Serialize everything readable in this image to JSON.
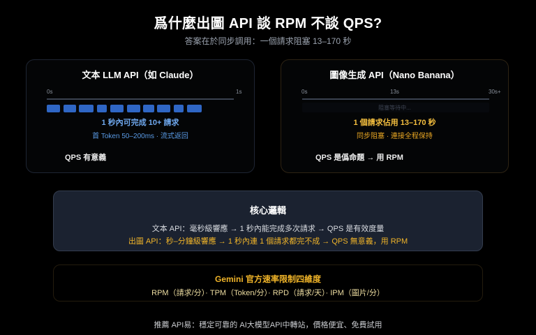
{
  "header": {
    "title": "爲什麼出圖 API 談 RPM 不談 QPS?",
    "subtitle": "答案在於同步調用：一個請求阻塞 13–170 秒"
  },
  "text_card": {
    "title": "文本 LLM API（如 Claude）",
    "axis_start": "0s",
    "axis_end": "1s",
    "request_blocks": 10,
    "headline": "1 秒內可完成 10+ 請求",
    "detail": "首 Token 50–200ms · 流式返回",
    "verdict": "QPS 有意義",
    "accent_color": "#2f66c4",
    "headline_color": "#6fa8ee",
    "detail_color": "#5a9be6"
  },
  "image_card": {
    "title": "圖像生成 API（Nano Banana）",
    "axis_start": "0s",
    "axis_mid": "13s",
    "axis_end": "30s+",
    "waiting_label": "阻塞等待中...",
    "headline": "1 個請求佔用 13–170 秒",
    "detail": "同步阻塞 · 連接全程保持",
    "verdict": "QPS 是僞命題 → 用 RPM",
    "headline_color": "#f5bf3f",
    "detail_color": "#e9a623"
  },
  "core_logic": {
    "title": "核心邏輯",
    "text_line": "文本 API：毫秒級響應 → 1 秒內能完成多次請求 → QPS 是有效度量",
    "image_line": "出圖 API：秒–分鐘級響應 → 1 秒內連 1 個請求都完不成 → QPS 無意義，用 RPM"
  },
  "gemini_limits": {
    "title": "Gemini 官方速率限制四維度",
    "dimensions": "RPM（請求/分）· TPM（Token/分）· RPD（請求/天）· IPM（圖片/分）"
  },
  "footer": {
    "text": "推薦 API易：穩定可靠的 AI大模型API中轉站，價格便宜、免費試用"
  }
}
